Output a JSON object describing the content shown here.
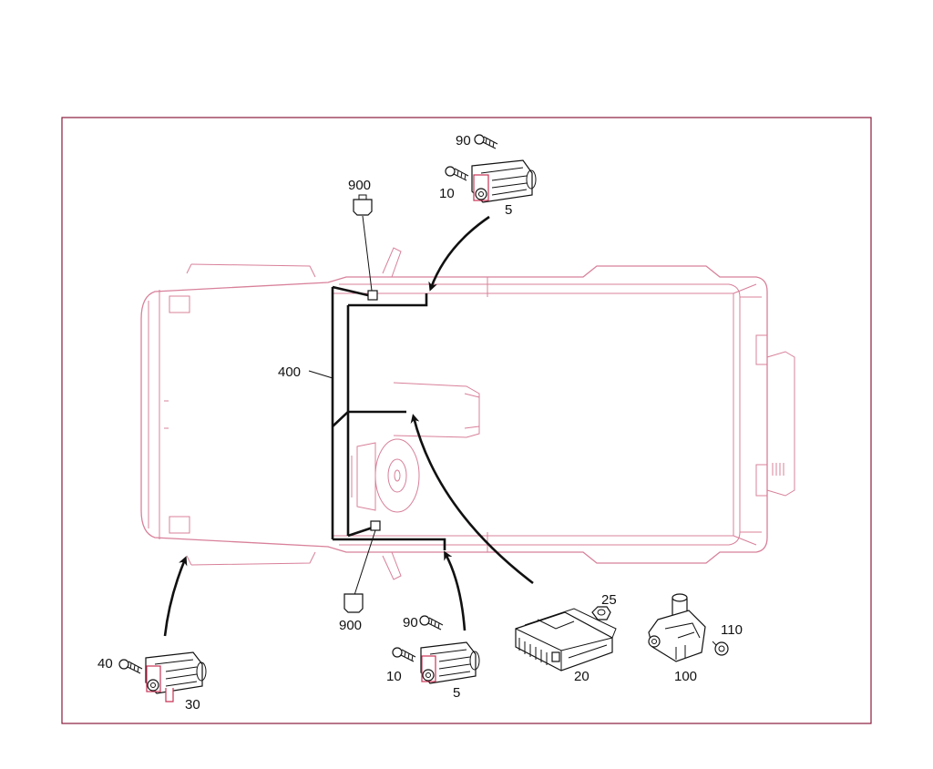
{
  "colors": {
    "frame": "#8a1c3c",
    "vehicle_outline": "#d8809a",
    "parts": "#111111",
    "accent": "#c83355"
  },
  "labels": {
    "l900_top": "900",
    "l90_top": "90",
    "l10_top": "10",
    "l5_top": "5",
    "l400": "400",
    "l900_bottom": "900",
    "l25": "25",
    "l110": "110",
    "l90_bottom": "90",
    "l10_bottom": "10",
    "l5_bottom": "5",
    "l20": "20",
    "l100": "100",
    "l40": "40",
    "l30": "30"
  }
}
